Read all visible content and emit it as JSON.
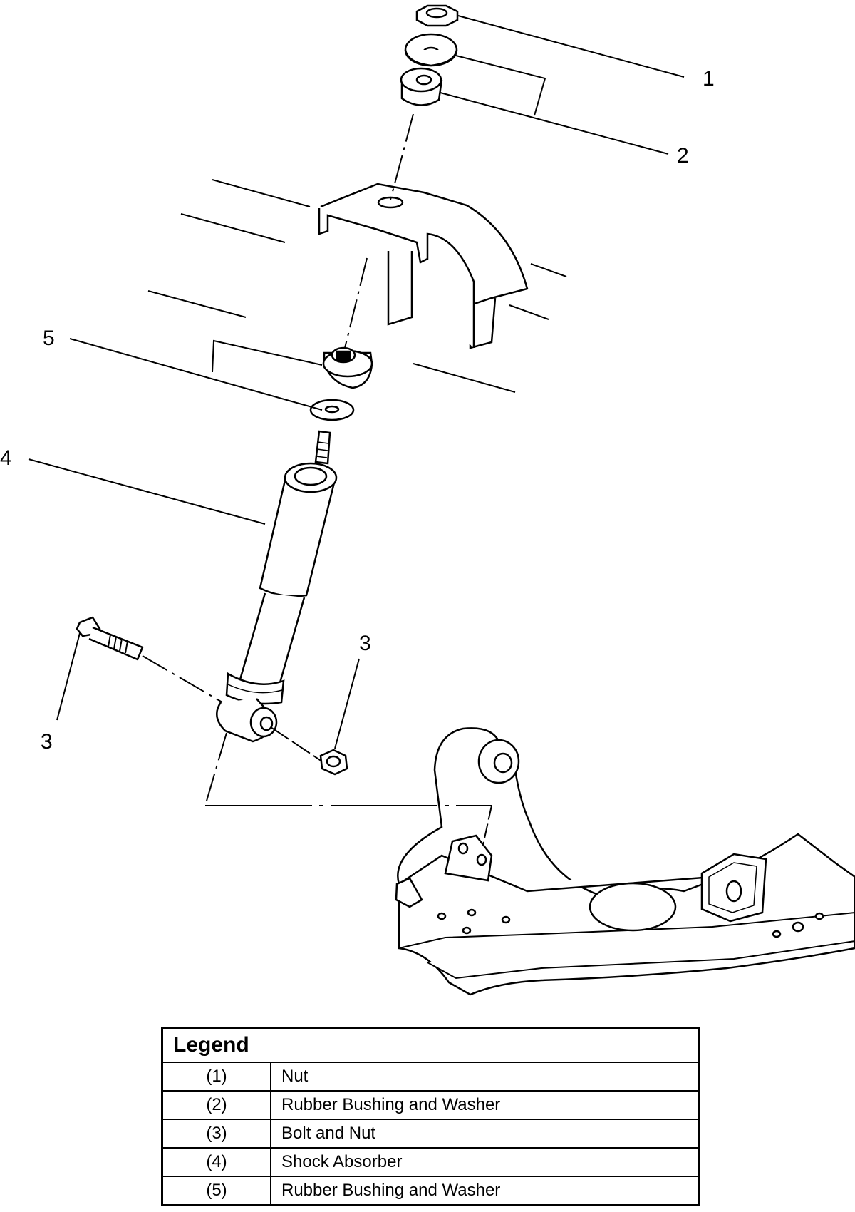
{
  "callouts": {
    "c1": "1",
    "c2": "2",
    "c3_left": "3",
    "c3_right": "3",
    "c4": "4",
    "c5": "5"
  },
  "legend": {
    "title": "Legend",
    "items": [
      {
        "num": "(1)",
        "label": "Nut"
      },
      {
        "num": "(2)",
        "label": "Rubber Bushing and Washer"
      },
      {
        "num": "(3)",
        "label": "Bolt and Nut"
      },
      {
        "num": "(4)",
        "label": "Shock Absorber"
      },
      {
        "num": "(5)",
        "label": "Rubber Bushing and Washer"
      }
    ]
  }
}
